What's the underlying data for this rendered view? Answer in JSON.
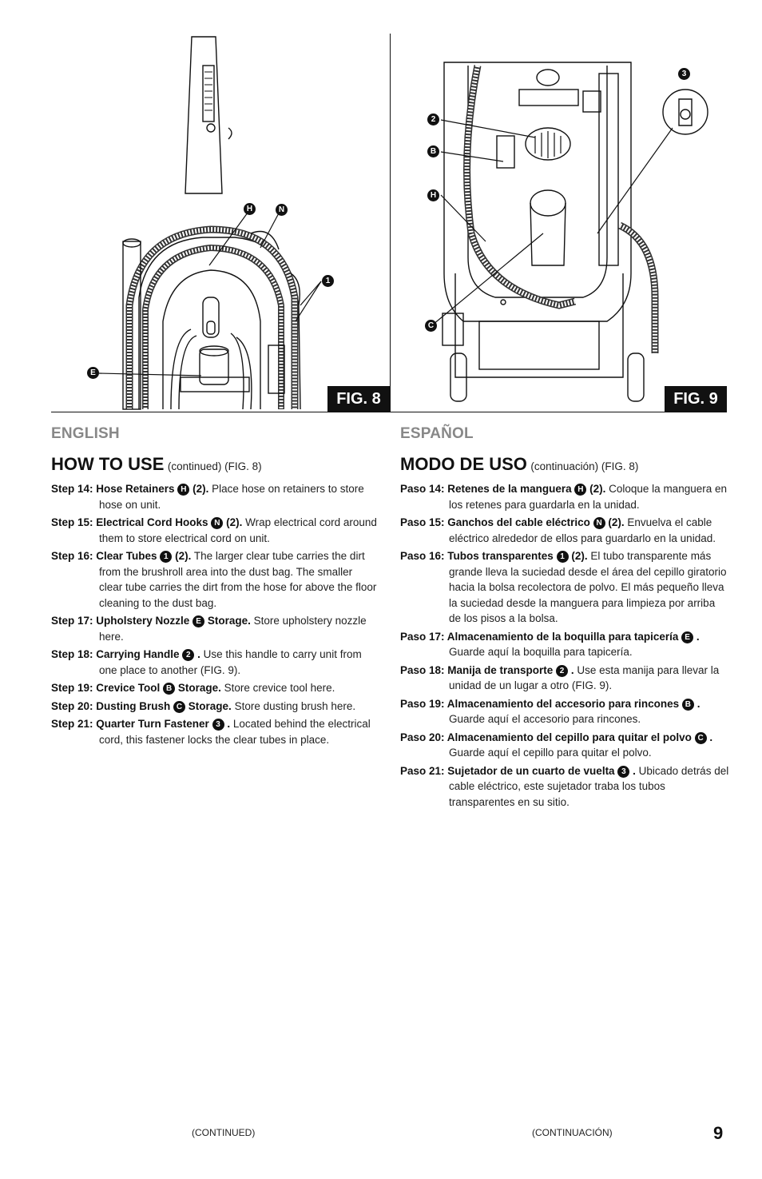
{
  "figures": {
    "fig8_label": "FIG. 8",
    "fig9_label": "FIG. 9",
    "fig8_callouts": [
      "H",
      "N",
      "1",
      "E"
    ],
    "fig9_callouts": [
      "3",
      "2",
      "B",
      "H",
      "C"
    ]
  },
  "english": {
    "lang_title": "ENGLISH",
    "section_title": "HOW TO USE",
    "section_note": "(continued)  (FIG. 8)",
    "steps": [
      {
        "label": "Step 14: Hose Retainers",
        "icon": "H",
        "suffix": "(2).",
        "text": "Place hose on retainers to store hose on unit."
      },
      {
        "label": "Step 15: Electrical Cord Hooks",
        "icon": "N",
        "suffix": "(2).",
        "text": "Wrap electrical cord around them to store electrical cord on unit."
      },
      {
        "label": "Step 16: Clear Tubes",
        "icon": "1",
        "suffix": "(2).",
        "text": "The larger clear tube carries the dirt from the brushroll area into the dust bag. The smaller clear tube carries the dirt from the hose for above the floor cleaning to the dust bag."
      },
      {
        "label": "Step 17: Upholstery Nozzle",
        "icon": "E",
        "suffix": "Storage.",
        "text": "Store upholstery nozzle here."
      },
      {
        "label": "Step 18: Carrying Handle",
        "icon": "2",
        "suffix": ".",
        "text": "Use this handle to carry unit from one place to another  (FIG. 9)."
      },
      {
        "label": "Step 19: Crevice Tool",
        "icon": "B",
        "suffix": "Storage.",
        "text": "Store crevice tool here."
      },
      {
        "label": "Step 20: Dusting Brush",
        "icon": "C",
        "suffix": "Storage.",
        "text": "Store dusting brush here."
      },
      {
        "label": "Step 21: Quarter Turn Fastener",
        "icon": "3",
        "suffix": ".",
        "text": "Located behind the electrical cord, this fastener locks the clear tubes in place."
      }
    ],
    "footer": "(CONTINUED)"
  },
  "spanish": {
    "lang_title": "ESPAÑOL",
    "section_title": "MODO DE USO",
    "section_note": "(continuación)  (FIG. 8)",
    "steps": [
      {
        "label": "Paso 14: Retenes de la manguera",
        "icon": "H",
        "suffix": "(2).",
        "text": "Coloque la manguera en los retenes para guardarla en la unidad."
      },
      {
        "label": "Paso 15: Ganchos del cable eléctrico",
        "icon": "N",
        "suffix": "(2).",
        "text": "Envuelva el cable eléctrico alrededor de ellos para guardarlo en la unidad."
      },
      {
        "label": "Paso 16: Tubos transparentes",
        "icon": "1",
        "suffix": "(2).",
        "text": "El tubo transparente más grande lleva la suciedad desde el área del cepillo giratorio hacia la bolsa recolectora de polvo. El más pequeño lleva la suciedad desde la manguera para limpieza por arriba de los pisos a la bolsa."
      },
      {
        "label": "Paso 17: Almacenamiento de la boquilla para tapicería",
        "icon": "E",
        "suffix": ".",
        "text": "Guarde aquí la boquilla para tapicería."
      },
      {
        "label": "Paso 18: Manija de transporte",
        "icon": "2",
        "suffix": ".",
        "text": "Use esta manija para llevar la unidad de un lugar a otro  (FIG. 9)."
      },
      {
        "label": "Paso 19: Almacenamiento del accesorio para rincones",
        "icon": "B",
        "suffix": ".",
        "text": "Guarde aquí el accesorio para rincones."
      },
      {
        "label": "Paso 20: Almacenamiento del cepillo para quitar el polvo",
        "icon": "C",
        "suffix": ".",
        "text": "Guarde aquí el cepillo para quitar el polvo."
      },
      {
        "label": "Paso 21: Sujetador de un cuarto de vuelta",
        "icon": "3",
        "suffix": ".",
        "text": "Ubicado detrás del cable eléctrico, este sujetador traba los tubos transparentes en su sitio."
      }
    ],
    "footer": "(CONTINUACIÓN)"
  },
  "page_number": "9"
}
